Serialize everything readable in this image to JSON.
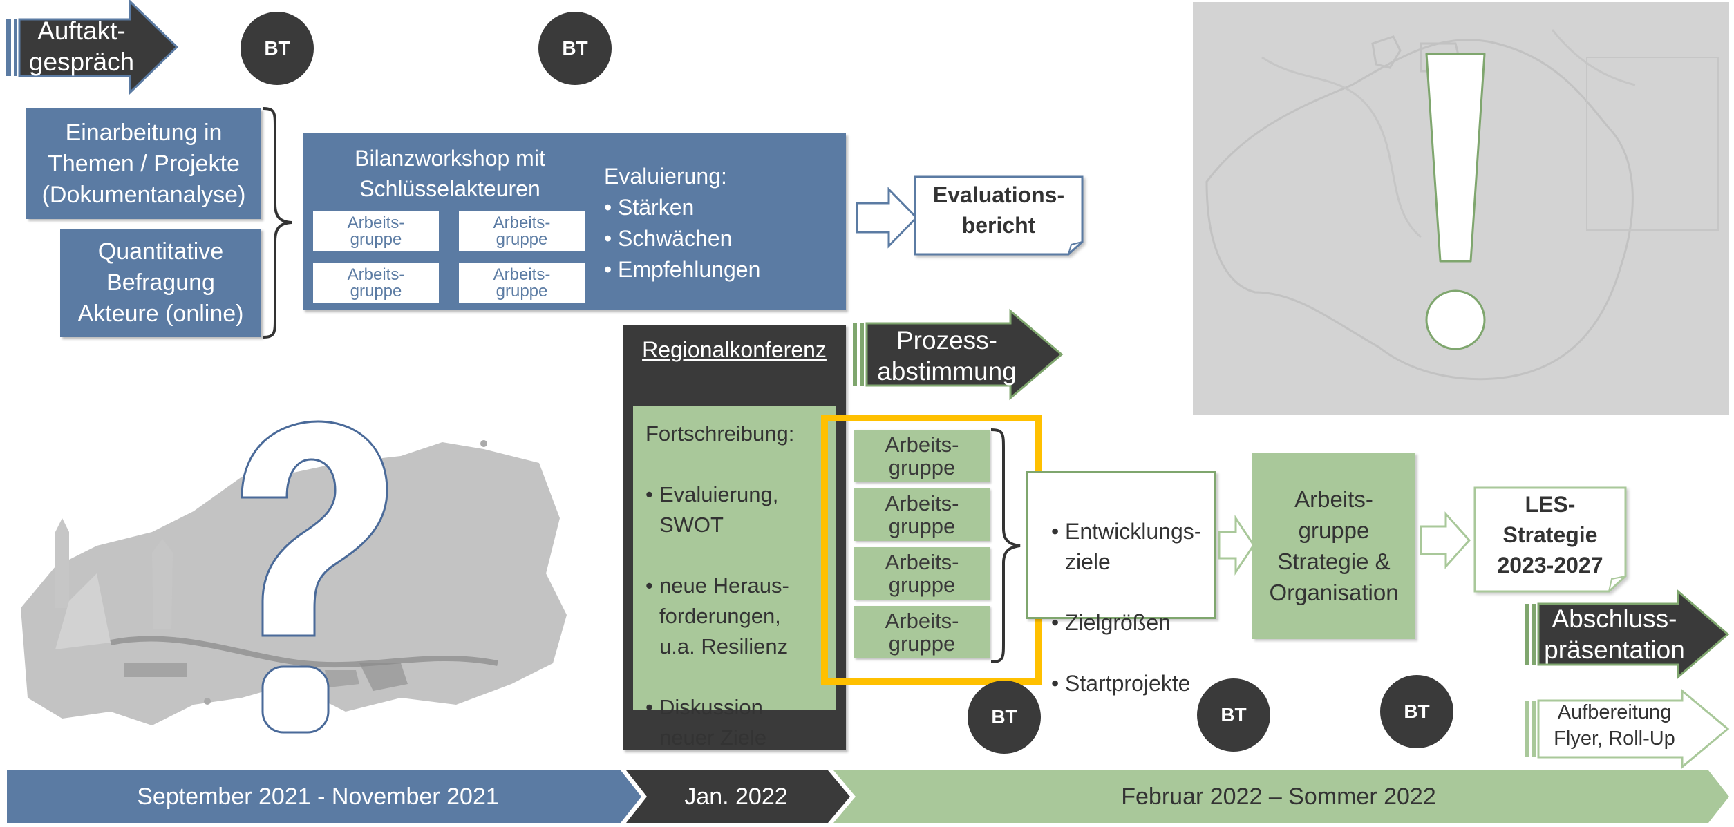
{
  "kickoff": {
    "label": "Auftakt-\ngespräch"
  },
  "bt_label": "BT",
  "preparation": {
    "familiarization": "Einarbeitung in\nThemen / Projekte\n(Dokumentanalyse)",
    "survey": "Quantitative\nBefragung\nAkteure (online)"
  },
  "balance_workshop": {
    "title": "Bilanzworkshop mit\nSchlüsselakteuren",
    "groups": [
      "Arbeits-\ngruppe",
      "Arbeits-\ngruppe",
      "Arbeits-\ngruppe",
      "Arbeits-\ngruppe"
    ],
    "evaluation_title": "Evaluierung:",
    "evaluation_items": [
      "Stärken",
      "Schwächen",
      "Empfehlungen"
    ]
  },
  "evaluation_report": {
    "label": "Evaluations-\nbericht"
  },
  "regional_conference": {
    "title": "Regionalkonferenz",
    "update_title": "Fortschreibung:",
    "update_items": [
      "Evaluierung,\nSWOT",
      "neue Heraus-\nforderungen,\nu.a. Resilienz",
      "Diskussion\nneuer Ziele"
    ]
  },
  "process_alignment": {
    "label": "Prozess-\nabstimmung"
  },
  "working_groups": [
    "Arbeits-\ngruppe",
    "Arbeits-\ngruppe",
    "Arbeits-\ngruppe",
    "Arbeits-\ngruppe"
  ],
  "development_goals": [
    "Entwicklungs-\nziele",
    "Zielgrößen",
    "Startprojekte"
  ],
  "strategy_group": {
    "label": "Arbeits-\ngruppe\nStrategie &\nOrganisation"
  },
  "les_strategy": {
    "label": "LES-\nStrategie\n2023-2027"
  },
  "final_presentation": {
    "label": "Abschluss-\npräsentation"
  },
  "flyer": {
    "label": "Aufbereitung\nFlyer, Roll-Up"
  },
  "timeline": {
    "phase1": "September 2021 - November 2021",
    "phase2": "Jan. 2022",
    "phase3": "Februar 2022 – Sommer 2022"
  },
  "colors": {
    "blue": "#5b7ba3",
    "dark": "#3a3a3a",
    "green": "#a9c89a",
    "green_dark": "#7fa66e",
    "highlight": "#ffc000"
  }
}
